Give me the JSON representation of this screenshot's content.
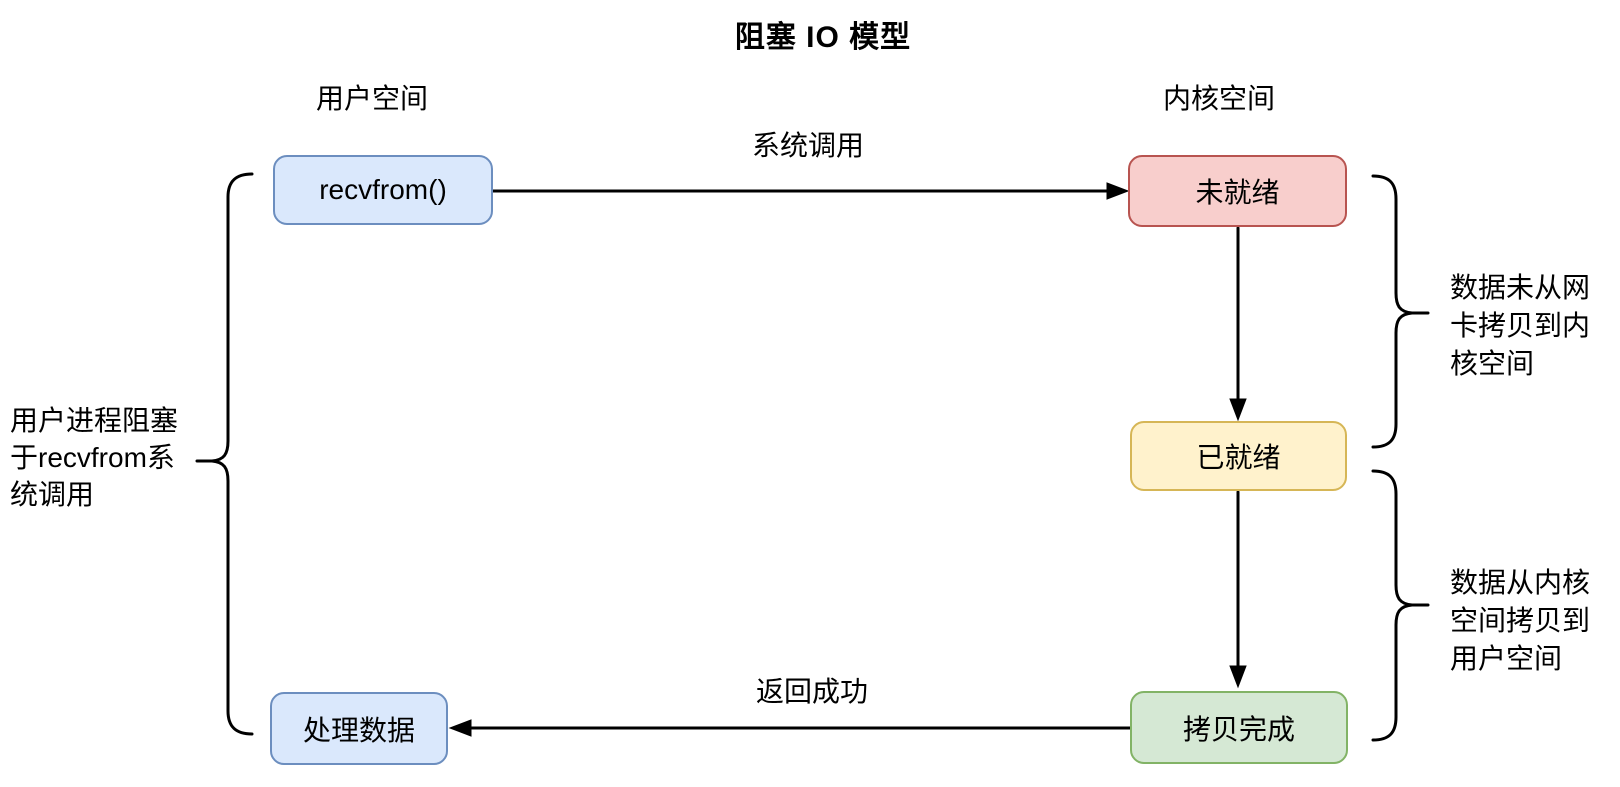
{
  "title": "阻塞 IO 模型",
  "columns": {
    "user_space_label": "用户空间",
    "kernel_space_label": "内核空间"
  },
  "nodes": {
    "recvfrom": "recvfrom()",
    "not_ready": "未就绪",
    "ready": "已就绪",
    "copy_done": "拷贝完成",
    "process_data": "处理数据"
  },
  "edges": {
    "system_call": "系统调用",
    "return_success": "返回成功"
  },
  "annotations": {
    "left_block": "用户进程阻塞\n于recvfrom系\n统调用",
    "right_top": "数据未从网\n卡拷贝到内\n核空间",
    "right_bottom": "数据从内核\n空间拷贝到\n用户空间"
  },
  "colors": {
    "blue_fill": "#dae8fc",
    "blue_stroke": "#6c8ebf",
    "red_fill": "#f8cecc",
    "red_stroke": "#b85450",
    "yellow_fill": "#fff2cc",
    "yellow_stroke": "#d6b656",
    "green_fill": "#d5e8d4",
    "green_stroke": "#82b366",
    "line": "#000000"
  }
}
